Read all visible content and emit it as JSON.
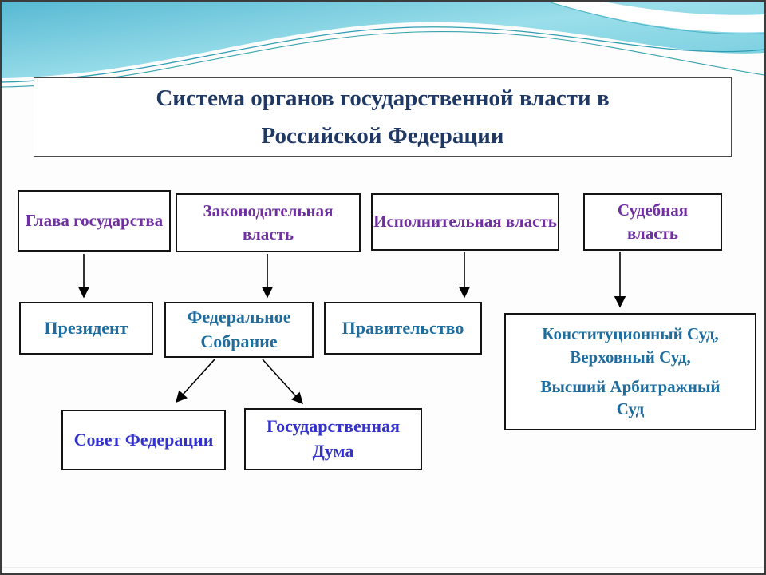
{
  "slide": {
    "title": "Система органов государственной власти в Российской Федерации"
  },
  "branches": {
    "head_of_state": "Глава государства",
    "legislative": "Законодательная власть",
    "executive": "Исполнительная власть",
    "judicial": "Судебная власть"
  },
  "organs": {
    "president": "Президент",
    "federal_assembly": "Федеральное Собрание",
    "government": "Правительство",
    "courts_line1": "Конституционный  Суд, Верховный Суд,",
    "courts_line2": "Высший Арбитражный Суд",
    "federation_council": "Совет Федерации",
    "state_duma": "Государственная Дума"
  },
  "colors": {
    "title_text": "#1F3864",
    "branch_text": "#7030A0",
    "organ_text": "#1F6D9E",
    "chamber_text": "#3333CC",
    "wave_teal_dark": "#4CB0CF",
    "wave_teal_light": "#AEE4EE",
    "box_border": "#141414",
    "arrow": "#000000"
  }
}
